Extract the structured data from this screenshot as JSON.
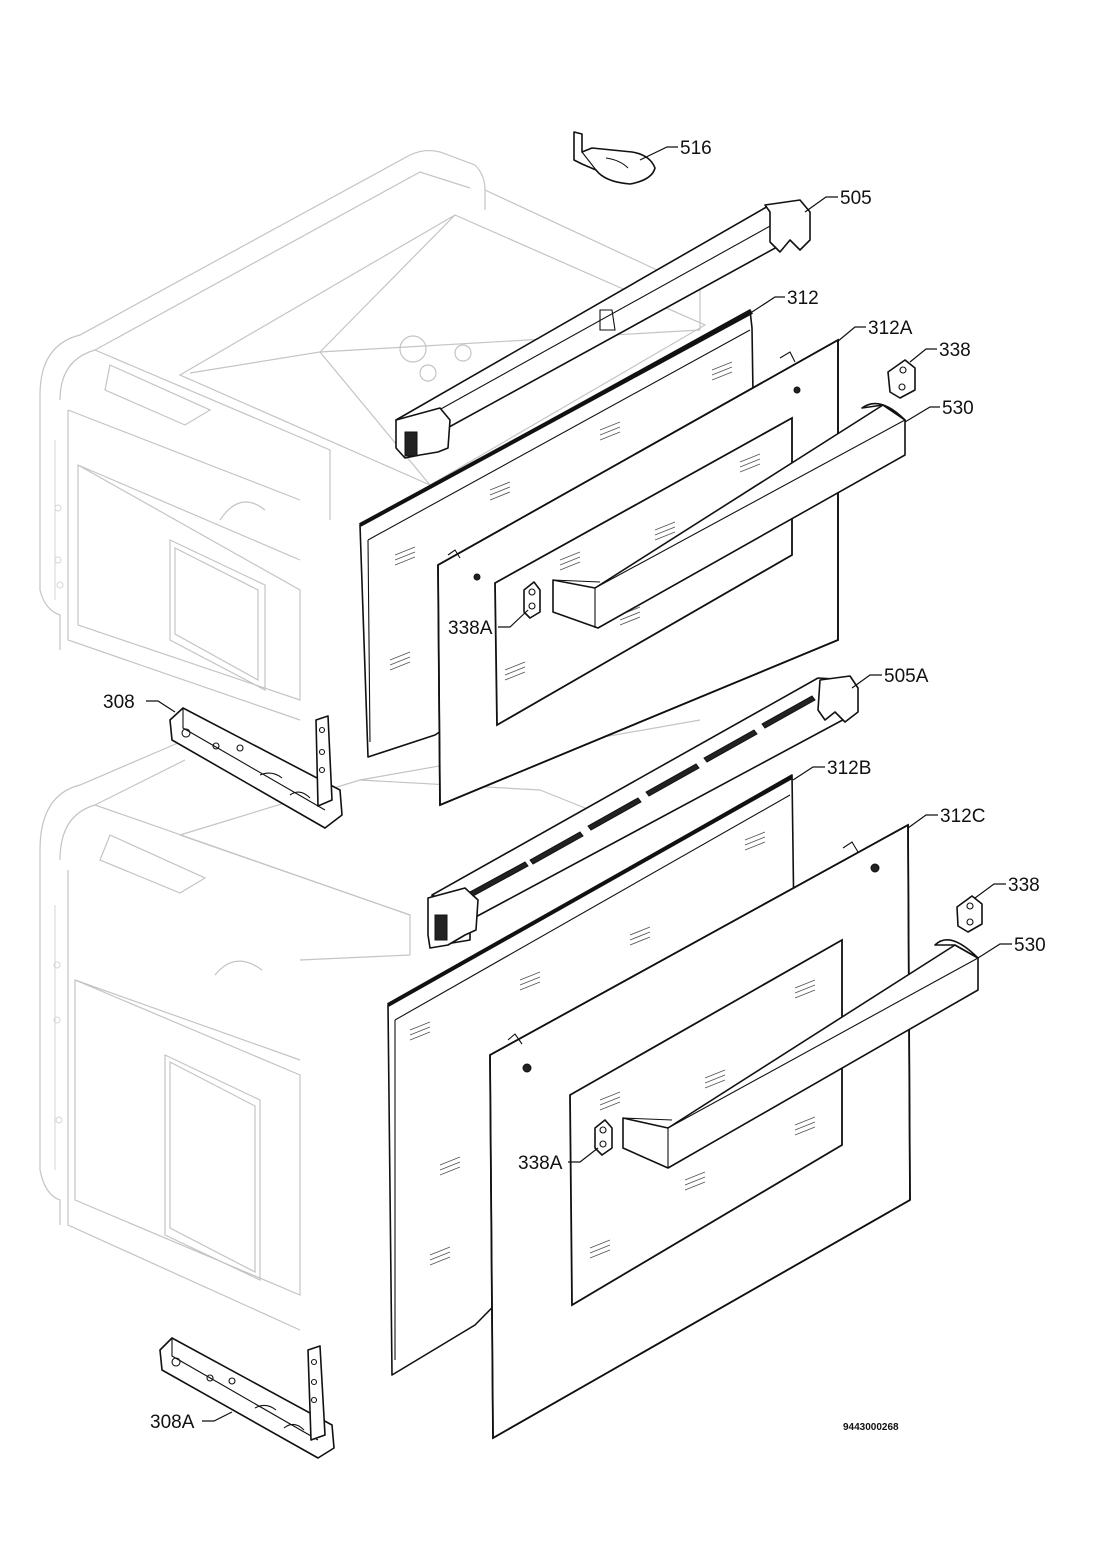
{
  "callouts": {
    "p516": "516",
    "p505": "505",
    "p312": "312",
    "p312A": "312A",
    "p338_top": "338",
    "p530_top": "530",
    "p338A_top": "338A",
    "p308": "308",
    "p505A": "505A",
    "p312B": "312B",
    "p312C": "312C",
    "p338_bottom": "338",
    "p530_bottom": "530",
    "p338A_bottom": "338A",
    "p308A": "308A"
  },
  "document_number": "9443000268"
}
